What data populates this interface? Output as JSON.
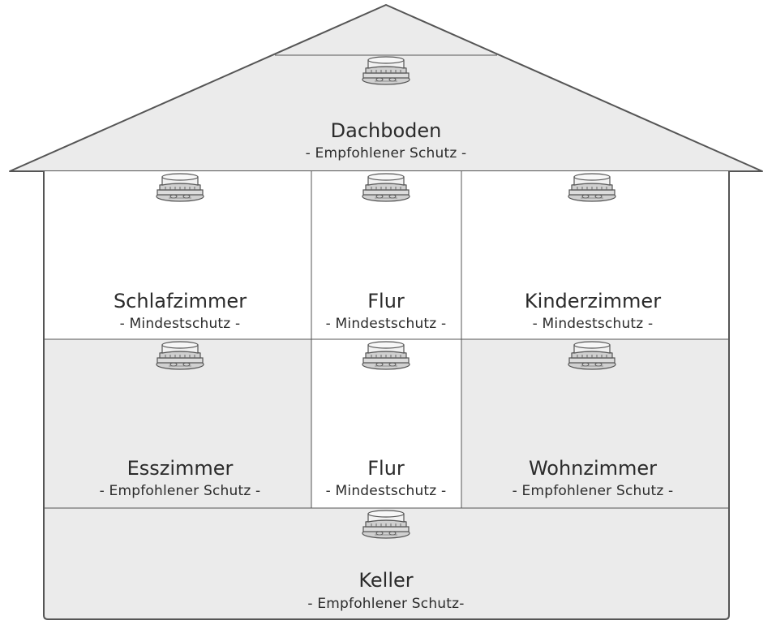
{
  "rooms": [
    {
      "id": "dachboden",
      "name": "Dachboden",
      "protection": "- Empfohlener Schutz -",
      "shaded": true
    },
    {
      "id": "schlafzimmer",
      "name": "Schlafzimmer",
      "protection": "- Mindestschutz -",
      "shaded": false
    },
    {
      "id": "flur-oben",
      "name": "Flur",
      "protection": "- Mindestschutz -",
      "shaded": false
    },
    {
      "id": "kinderzimmer",
      "name": "Kinderzimmer",
      "protection": "- Mindestschutz -",
      "shaded": false
    },
    {
      "id": "esszimmer",
      "name": "Esszimmer",
      "protection": "- Empfohlener Schutz -",
      "shaded": true
    },
    {
      "id": "flur-unten",
      "name": "Flur",
      "protection": "- Mindestschutz -",
      "shaded": false
    },
    {
      "id": "wohnzimmer",
      "name": "Wohnzimmer",
      "protection": "- Empfohlener Schutz -",
      "shaded": true
    },
    {
      "id": "keller",
      "name": "Keller",
      "protection": "- Empfohlener Schutz-",
      "shaded": true
    }
  ],
  "colors": {
    "outline": "#555555",
    "shaded_fill": "#ebebeb",
    "plain_fill": "#ffffff",
    "text": "#2b2b2b",
    "detector_body": "#f2f2f2",
    "detector_base": "#d6d6d6"
  },
  "icons": {
    "detector": "smoke-detector-icon"
  }
}
